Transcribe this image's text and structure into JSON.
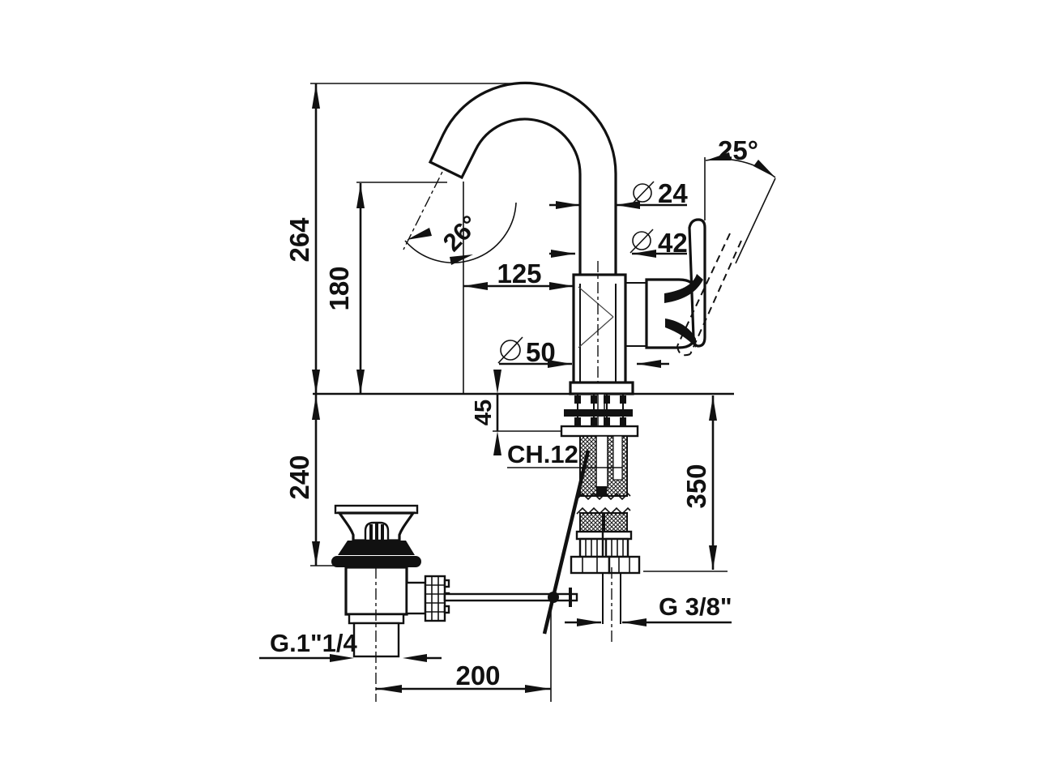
{
  "page": {
    "background": "#ffffff",
    "ink": "#111111",
    "description": "Technical dimension drawing of a single-lever basin mixer tap with swivel spout, flexible supply hoses and pop-up waste"
  },
  "dimensions": {
    "overall_height": "264",
    "spout_height": "180",
    "spout_reach": "125",
    "spout_swivel_angle": "26°",
    "handle_angle": "25°",
    "spout_diameter": "24",
    "body_diameter": "42",
    "base_diameter": "50",
    "deck_range": "45",
    "wrench_size": "CH.12",
    "underdeck_depth": "240",
    "hose_drop": "350",
    "waste_thread": "G.1\"1/4",
    "supply_thread": "G 3/8\"",
    "rod_offset": "200",
    "diameter_symbol": "Ø"
  }
}
